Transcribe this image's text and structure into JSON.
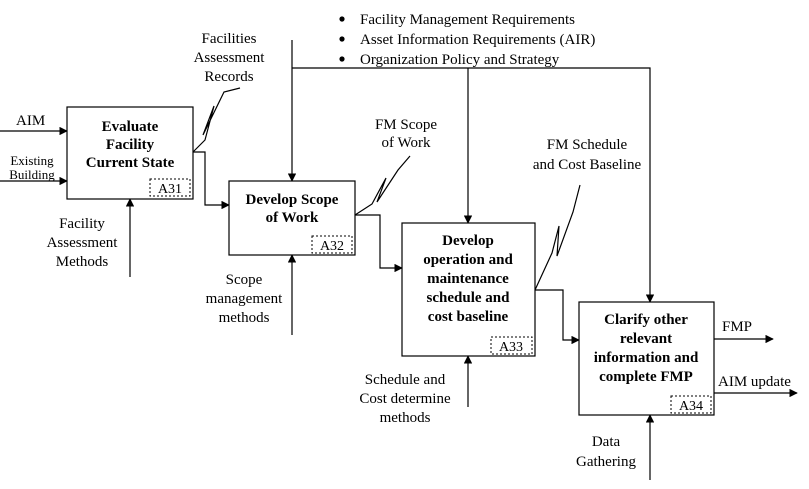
{
  "controls_list": [
    "Facility Management Requirements",
    "Asset Information Requirements (AIR)",
    "Organization Policy and Strategy"
  ],
  "activities": [
    {
      "id": "A31",
      "lines": [
        "Evaluate",
        "Facility",
        "Current State"
      ]
    },
    {
      "id": "A32",
      "lines": [
        "Develop Scope",
        "of Work"
      ]
    },
    {
      "id": "A33",
      "lines": [
        "Develop",
        "operation and",
        "maintenance",
        "schedule and",
        "cost baseline"
      ]
    },
    {
      "id": "A34",
      "lines": [
        "Clarify other",
        "relevant",
        "information and",
        "complete FMP"
      ]
    }
  ],
  "inputs": {
    "aim": "AIM",
    "existing_building": [
      "Existing",
      "Building"
    ]
  },
  "outputs": {
    "facilities_assessment_records": [
      "Facilities",
      "Assessment",
      "Records"
    ],
    "fm_scope_of_work": [
      "FM Scope",
      "of Work"
    ],
    "fm_schedule_cost_baseline": [
      "FM Schedule",
      "and Cost Baseline"
    ],
    "fmp": "FMP",
    "aim_update": "AIM update"
  },
  "mechanisms": {
    "facility_assessment_methods": [
      "Facility",
      "Assessment",
      "Methods"
    ],
    "scope_management_methods": [
      "Scope",
      "management",
      "methods"
    ],
    "schedule_cost_methods": [
      "Schedule and",
      "Cost determine",
      "methods"
    ],
    "data_gathering": [
      "Data",
      "Gathering"
    ]
  }
}
